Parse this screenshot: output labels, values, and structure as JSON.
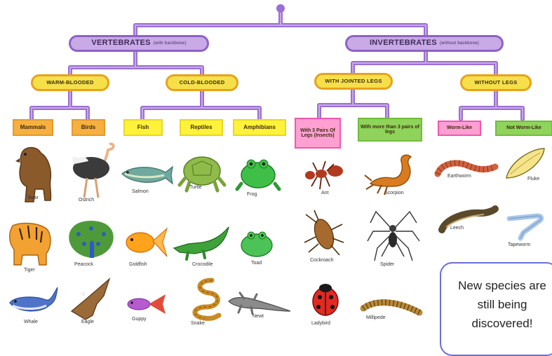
{
  "categories": {
    "vertebrates": {
      "title": "VERTEBRATES",
      "subtitle": "(with backbone)"
    },
    "invertebrates": {
      "title": "INVERTEBRATES",
      "subtitle": "(without backbone)"
    },
    "warm_blooded": "WARM-BLOODED",
    "cold_blooded": "COLD-BLOODED",
    "with_jointed_legs": "WITH JOINTED LEGS",
    "without_legs": "WITHOUT LEGS",
    "mammals": "Mammals",
    "birds": "Birds",
    "fish": "Fish",
    "reptiles": "Reptiles",
    "amphibians": "Amphibians",
    "insects": "With 3 Pairs Of Legs (Insects)",
    "more_legs": "With more than 3 pairs of legs",
    "worm_like": "Worm-Like",
    "not_worm_like": "Not Worm-Like"
  },
  "animals": {
    "bear": "Bear",
    "ostrich": "Ostrich",
    "salmon": "Salmon",
    "turtle": "Turtle",
    "frog": "Frog",
    "tiger": "Tiger",
    "peacock": "Peacock",
    "goldfish": "Goldfish",
    "crocodile": "Crocodile",
    "toad": "Toad",
    "whale": "Whale",
    "eagle": "Eagle",
    "guppy": "Guppy",
    "snake": "Snake",
    "newt": "Newt",
    "ant": "Ant",
    "scorpion": "Scorpion",
    "cockroach": "Cockroach",
    "spider": "Spider",
    "ladybird": "Ladybird",
    "millipede": "Millipede",
    "earthworm": "Earthworm",
    "fluke": "Fluke",
    "leech": "Leech",
    "tapeworm": "Tapeworm"
  },
  "note": "New species are still being discovered!",
  "colors": {
    "branch": "#9b6fd3",
    "branch_light": "#c9a9e6",
    "note_border": "#6b6fd6"
  }
}
